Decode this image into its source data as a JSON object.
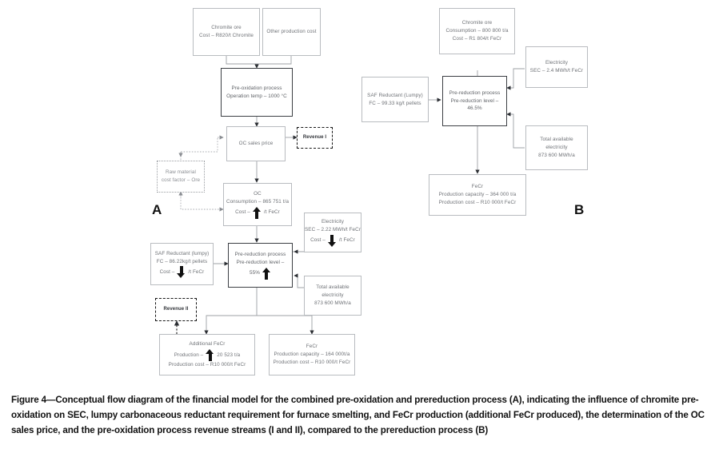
{
  "figure": {
    "panel_a_label": "A",
    "panel_b_label": "B",
    "panel_a": {
      "chromite_ore": {
        "l1": "Chromite ore",
        "l2": "Cost – R820/t Chromite"
      },
      "other_production_cost": {
        "l1": "Other production cost"
      },
      "pre_oxidation": {
        "l1": "Pre-oxidation process",
        "l2": "Operation temp –  1000 °C"
      },
      "oc_sales_price": {
        "l1": "OC sales price"
      },
      "revenue_i": {
        "l1": "Revenue I"
      },
      "raw_material_factor": {
        "l1": "Raw material",
        "l2": "cost factor – Ore"
      },
      "oc": {
        "l1": "OC",
        "l2": "Consumption –  865 751 t/a",
        "cost_label": "Cost –",
        "cost_icon": "arrow-up",
        "cost_unit": "/t FeCr"
      },
      "electricity": {
        "l1": "Electricity",
        "l2": "SEC – 2.22 MWh/t FeCr",
        "cost_label": "Cost –",
        "cost_icon": "arrow-down",
        "cost_unit": "/t FeCr"
      },
      "saf_reductant": {
        "l1": "SAF Reductant (lumpy)",
        "l2": "FC – 86.22kg/t pellets",
        "cost_label": "Cost –",
        "cost_icon": "arrow-down",
        "cost_unit": "/t FeCr"
      },
      "pre_reduction": {
        "l1": "Pre-reduction process",
        "l2": "Pre-reduction level –",
        "l3": "55%",
        "icon": "arrow-up"
      },
      "total_electricity": {
        "l1": "Total available",
        "l2": "electricity",
        "l3": "873 600 MWh/a"
      },
      "revenue_ii": {
        "l1": "Revenue II"
      },
      "additional_fecr": {
        "l1": "Additional FeCr",
        "prod_label": "Production –",
        "prod_icon": "arrow-up",
        "prod_value": "20 523 t/a",
        "l3": "Production cost – R10 000/t FeCr"
      },
      "fecr": {
        "l1": "FeCr",
        "l2": "Production capacity – 164 000t/a",
        "l3": "Production cost – R10 000/t FeCr"
      }
    },
    "panel_b": {
      "chromite_ore": {
        "l1": "Chromite ore",
        "l2": "Consumption – 800 800 t/a",
        "l3": "Cost – R1 804/t FeCr"
      },
      "electricity": {
        "l1": "Electricity",
        "l2": "SEC – 2.4 MWh/t FeCr"
      },
      "saf_reductant": {
        "l1": "SAF Reductant (Lumpy)",
        "l2": "FC – 99.33 kg/t pellets"
      },
      "pre_reduction": {
        "l1": "Pre-reduction process",
        "l2": "Pre-reduction level –",
        "l3": "46.5%"
      },
      "total_electricity": {
        "l1": "Total available",
        "l2": "electricity",
        "l3": "873 600 MWh/a"
      },
      "fecr": {
        "l1": "FeCr",
        "l2": "Production capacity – 364 000 t/a",
        "l3": "Production cost – R10 000/t FeCr"
      }
    }
  },
  "caption": {
    "text": "Figure 4—Conceptual flow diagram of the financial model for the combined pre-oxidation and prereduction process (A), indicating the influence of chromite pre-oxidation on SEC, lumpy carbonaceous reductant requirement for furnace smelting, and FeCr production (additional FeCr produced), the determination of the OC sales price, and the pre-oxidation process revenue streams (I and II), compared to the prereduction process (B)"
  },
  "colors": {
    "box_border": "#b9bcc0",
    "thick_border": "#3c3f44",
    "text": "#6e7176",
    "caption_text": "#111111",
    "background": "#ffffff"
  }
}
